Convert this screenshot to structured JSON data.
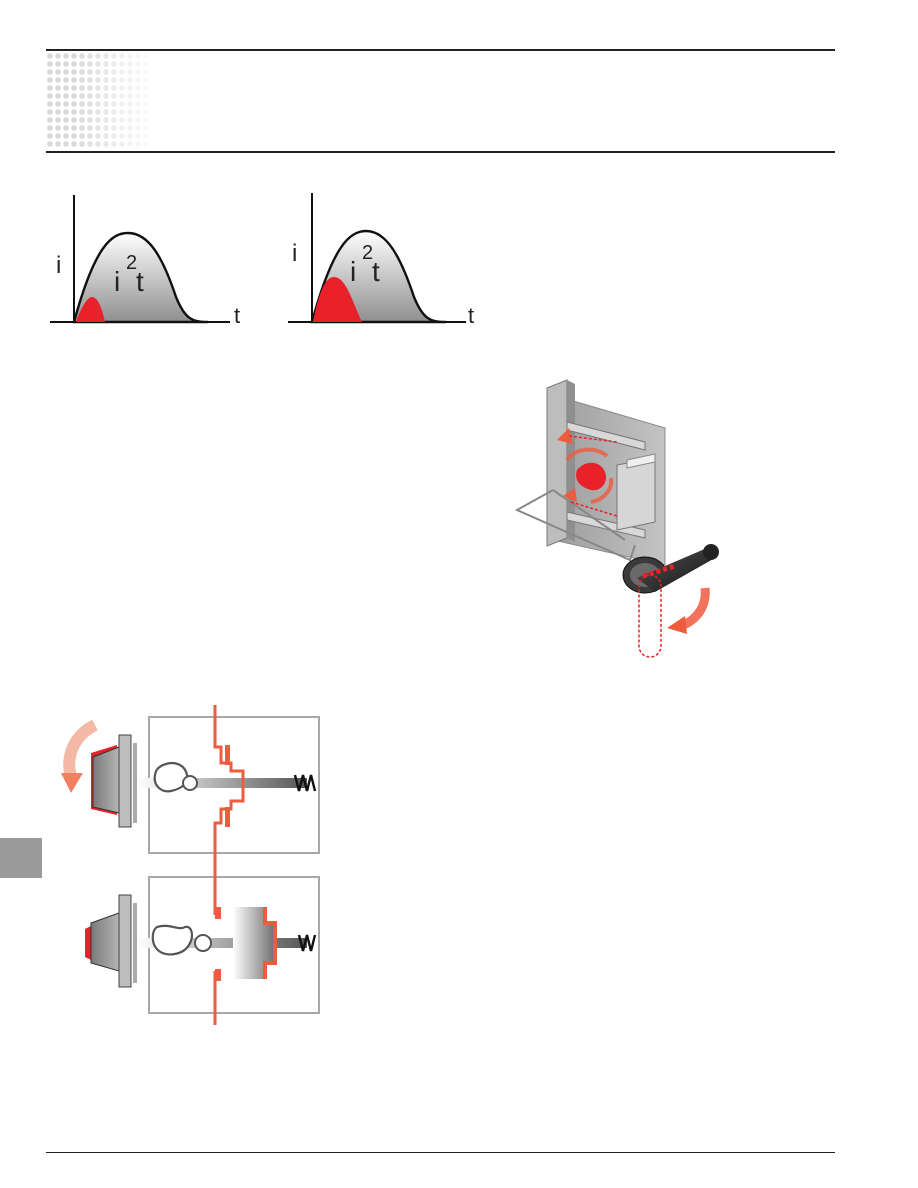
{
  "graph_left": {
    "y_label": "i",
    "x_label": "t",
    "area_label": "i",
    "area_exponent": "2",
    "area_suffix": "t"
  },
  "graph_right": {
    "y_label": "i",
    "x_label": "t",
    "area_label": "i",
    "area_exponent": "2",
    "area_suffix": "t"
  },
  "colors": {
    "accent_red": "#e8212a",
    "mechanism_orange": "#ee5b3f",
    "section_tab": "#9a9a9a"
  },
  "icons": [
    "handle-mechanism-illustration",
    "cam-spring-mechanism-closed",
    "cam-spring-mechanism-open"
  ]
}
